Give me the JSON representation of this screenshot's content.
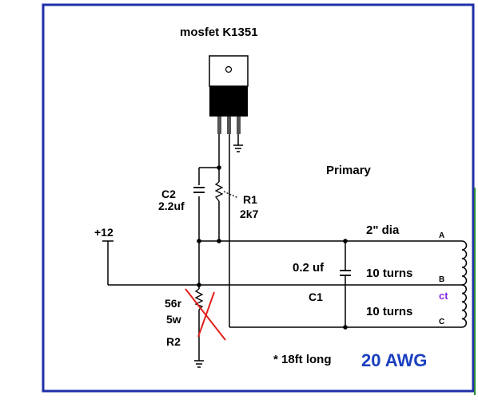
{
  "title": "mosfet K1351",
  "primary_label": "Primary",
  "c2": {
    "name": "C2",
    "value": "2.2uf"
  },
  "r1": {
    "name": "R1",
    "value": "2k7"
  },
  "supply": "+12",
  "dia": "2\" dia",
  "c1": {
    "value": "0.2 uf",
    "name": "C1"
  },
  "turns_top": "10 turns",
  "turns_bottom": "10 turns",
  "r2": {
    "value": "56r",
    "watts": "5w",
    "name": "R2"
  },
  "taps": {
    "a": "A",
    "b": "B",
    "c": "C",
    "ct": "ct"
  },
  "wire_note": "* 18ft long",
  "awg": "20 AWG",
  "colors": {
    "frame": "#1f2fa8",
    "awg": "#1a3fc0",
    "ct": "#8a2be2",
    "strike": "#e0201a"
  }
}
